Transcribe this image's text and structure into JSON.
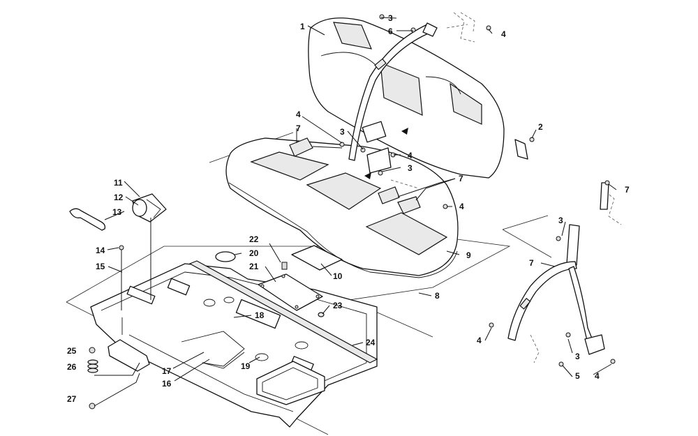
{
  "diagram": {
    "callouts": {
      "c1": "1",
      "c2": "2",
      "c3a": "3",
      "c3b": "3",
      "c3c": "3",
      "c3d": "3",
      "c3e": "3",
      "c4a": "4",
      "c4b": "4",
      "c4c": "4",
      "c4d": "4",
      "c4e": "4",
      "c4f": "4",
      "c5": "5",
      "c6": "6",
      "c7a": "7",
      "c7b": "7",
      "c7c": "7",
      "c7d": "7",
      "c8": "8",
      "c9": "9",
      "c10": "10",
      "c11": "11",
      "c12": "12",
      "c13": "13",
      "c14": "14",
      "c15": "15",
      "c16": "16",
      "c17": "17",
      "c18": "18",
      "c19": "19",
      "c20": "20",
      "c21": "21",
      "c22": "22",
      "c23": "23",
      "c24": "24",
      "c25": "25",
      "c26": "26",
      "c27": "27"
    }
  }
}
